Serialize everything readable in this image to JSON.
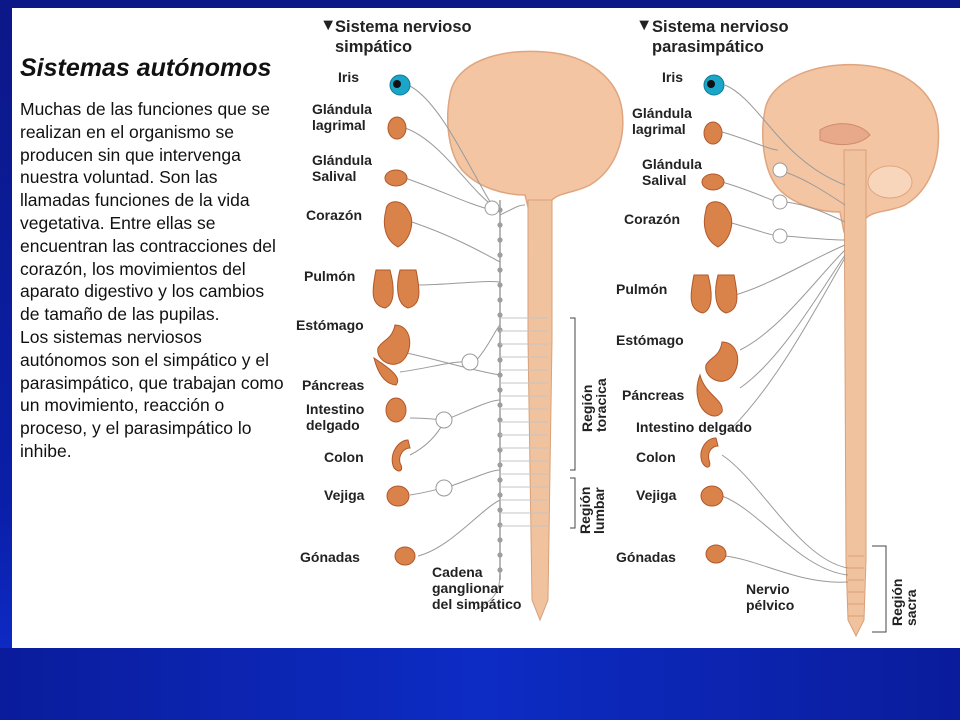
{
  "slide": {
    "title": "Sistemas autónomos",
    "paragraphs": [
      "Muchas de las funciones que se realizan en el organismo se producen sin que intervenga nuestra voluntad. Son las llamadas funciones de la vida vegetativa. Entre ellas se encuentran las contracciones del corazón, los movimientos del aparato digestivo y los cambios de tamaño de las pupilas.",
      "Los sistemas nerviosos autónomos son el simpático y el parasimpático, que trabajan como un movimiento, reacción o proceso, y el parasimpático lo inhibe."
    ]
  },
  "diagram": {
    "sympathetic": {
      "header_line1": "Sistema nervioso",
      "header_line2": "simpático",
      "organs": [
        "Iris",
        "Glándula",
        "lagrimal",
        "Glándula",
        "Salival",
        "Corazón",
        "Pulmón",
        "Estómago",
        "Páncreas",
        "Intestino",
        "delgado",
        "Colon",
        "Vejiga",
        "Gónadas"
      ],
      "chain_label": [
        "Cadena",
        "ganglionar",
        "del simpático"
      ],
      "region_thoracic": [
        "Región",
        "toracica"
      ],
      "region_lumbar": [
        "Región",
        "lumbar"
      ]
    },
    "parasympathetic": {
      "header_line1": "Sistema nervioso",
      "header_line2": "parasimpático",
      "organs": [
        "Iris",
        "Glándula",
        "lagrimal",
        "Glándula",
        "Salival",
        "Corazón",
        "Pulmón",
        "Estómago",
        "Páncreas",
        "Intestino delgado",
        "Colon",
        "Vejiga",
        "Gónadas"
      ],
      "pelvic_label": [
        "Nervio",
        "pélvico"
      ],
      "region_sacral": [
        "Región",
        "sacra"
      ]
    },
    "colors": {
      "organ": "#d9824a",
      "brain": "#f3c5a3",
      "nerve": "#9a9a9a",
      "iris": "#1aa6c8"
    }
  }
}
